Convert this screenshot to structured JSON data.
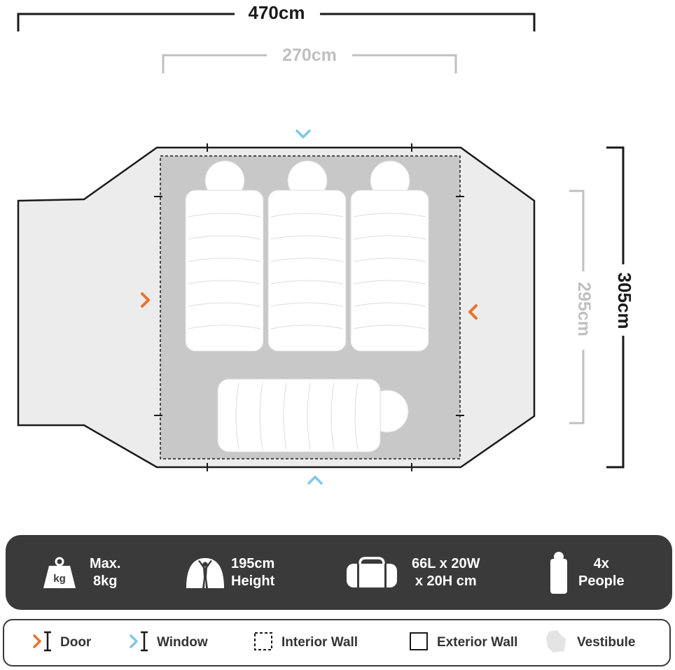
{
  "dimensions": {
    "total_length": "470cm",
    "interior_length": "270cm",
    "total_width": "305cm",
    "interior_width": "295cm"
  },
  "specs": [
    {
      "icon": "weight-icon",
      "icon_text": "kg",
      "line1": "Max.",
      "line2": "8kg"
    },
    {
      "icon": "person-dome-icon",
      "line1": "195cm",
      "line2": "Height"
    },
    {
      "icon": "duffel-bag-icon",
      "line1": "66L x 20W",
      "line2": "x 20H cm"
    },
    {
      "icon": "sleeping-bag-icon",
      "line1": "4x",
      "line2": "People"
    }
  ],
  "legend": [
    {
      "icon": "door-icon",
      "label": "Door"
    },
    {
      "icon": "window-icon",
      "label": "Window"
    },
    {
      "icon": "interior-wall-icon",
      "label": "Interior Wall"
    },
    {
      "icon": "exterior-wall-icon",
      "label": "Exterior Wall"
    },
    {
      "icon": "vestibule-icon",
      "label": "Vestibule"
    }
  ],
  "colors": {
    "door": "#e8742a",
    "window": "#7ec8e3",
    "vestibule": "#ececec",
    "interior": "#c8c8c8",
    "outline": "#1a1a1a",
    "secondary_dim": "#c0c0c0",
    "sleeping_bag": "#ffffff",
    "spec_bar": "#3a3a3a"
  }
}
